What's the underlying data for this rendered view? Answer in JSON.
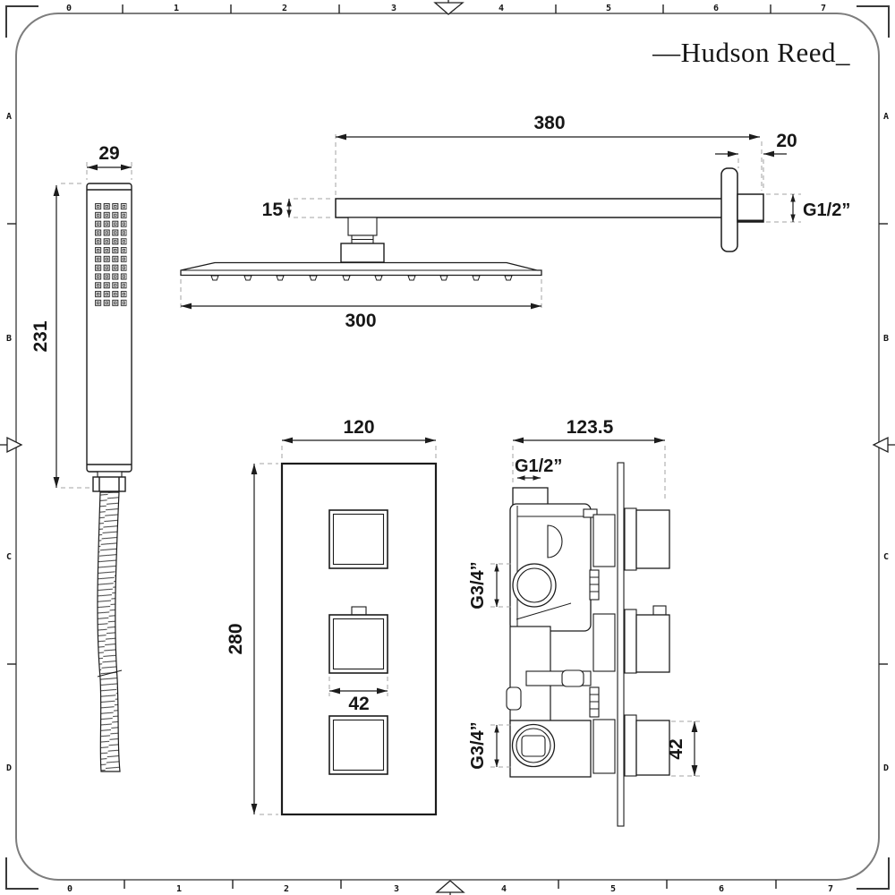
{
  "brand": {
    "prefix": "—",
    "name": "Hudson Reed",
    "suffix": "_"
  },
  "ruler": {
    "cols": [
      "0",
      "1",
      "2",
      "3",
      "4",
      "5",
      "6",
      "7"
    ],
    "rows": [
      "A",
      "B",
      "C",
      "D"
    ]
  },
  "drawing": {
    "type": "technical-dimension-drawing",
    "product": "thermostatic shower valve with square head, wall arm and hand shower",
    "hand_shower": {
      "width_mm": "29",
      "length_mm": "231"
    },
    "shower_arm": {
      "length_mm": "380",
      "wall_stub_mm": "20",
      "arm_height_mm": "15",
      "thread": "G1/2”",
      "head_width_mm": "300"
    },
    "valve_front": {
      "width_mm": "120",
      "height_mm": "280",
      "handle_mm": "42"
    },
    "valve_side": {
      "depth_mm": "123.5",
      "inlet_thread": "G1/2”",
      "port_top_thread": "G3/4”",
      "port_bottom_thread": "G3/4”",
      "handle_mm": "42"
    }
  },
  "colors": {
    "line": "#1c1c1c",
    "frame": "#7d7d7d",
    "extension": "#a3a3a3",
    "background": "#ffffff"
  }
}
